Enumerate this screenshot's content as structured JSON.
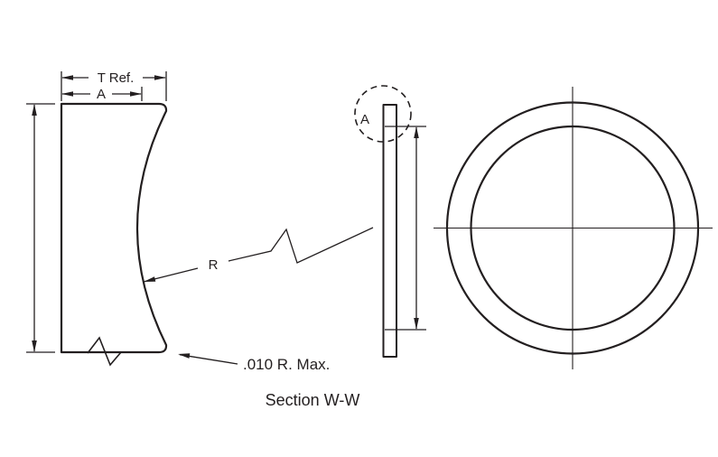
{
  "drawing": {
    "caption": "Section W-W",
    "colors": {
      "line": "#231f20",
      "background": "#ffffff"
    },
    "section_view": {
      "thickness_ref_label": "T Ref.",
      "center_thickness_label": "A",
      "radius_label": "R",
      "corner_radius_note": ".010 R. Max."
    },
    "edge_view": {
      "detail_label": "A"
    }
  }
}
